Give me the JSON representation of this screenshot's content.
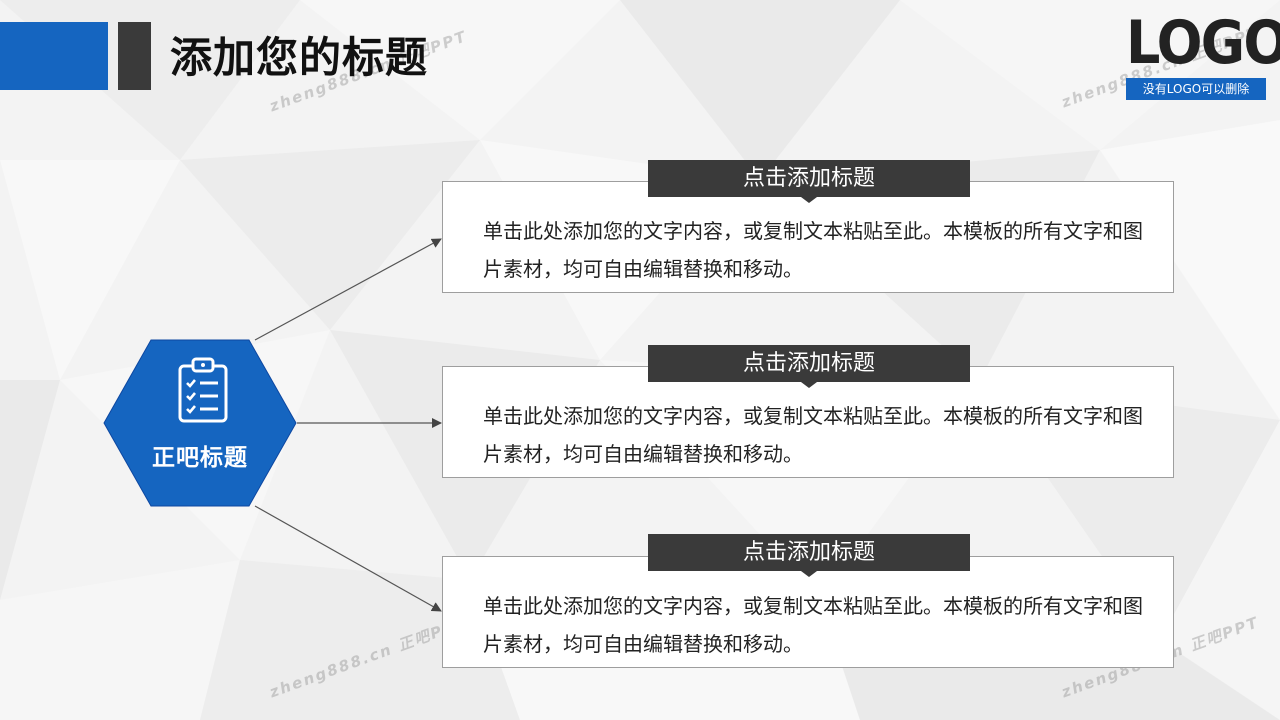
{
  "header": {
    "title": "添加您的标题"
  },
  "logo": {
    "text": "LOGO",
    "caption": "没有LOGO可以删除"
  },
  "hub": {
    "title": "正吧标题",
    "icon": "clipboard-checklist-icon"
  },
  "items": [
    {
      "title": "点击添加标题",
      "body": "单击此处添加您的文字内容，或复制文本粘贴至此。本模板的所有文字和图片素材，均可自由编辑替换和移动。"
    },
    {
      "title": "点击添加标题",
      "body": "单击此处添加您的文字内容，或复制文本粘贴至此。本模板的所有文字和图片素材，均可自由编辑替换和移动。"
    },
    {
      "title": "点击添加标题",
      "body": "单击此处添加您的文字内容，或复制文本粘贴至此。本模板的所有文字和图片素材，均可自由编辑替换和移动。"
    }
  ],
  "watermarks": [
    "zheng888.cn 正吧PPT",
    "zheng888.cn 正吧PPT",
    "zheng888.cn 正吧PPT",
    "zheng888.cn 正吧PPT"
  ],
  "colors": {
    "accent": "#1565c0",
    "dark": "#3a3a3a",
    "background": "#f3f3f3"
  }
}
